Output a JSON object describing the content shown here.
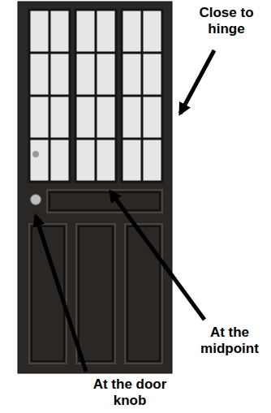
{
  "diagram": {
    "labels": [
      "Close to hinge",
      "At the midpoint",
      "At the door knob"
    ]
  }
}
